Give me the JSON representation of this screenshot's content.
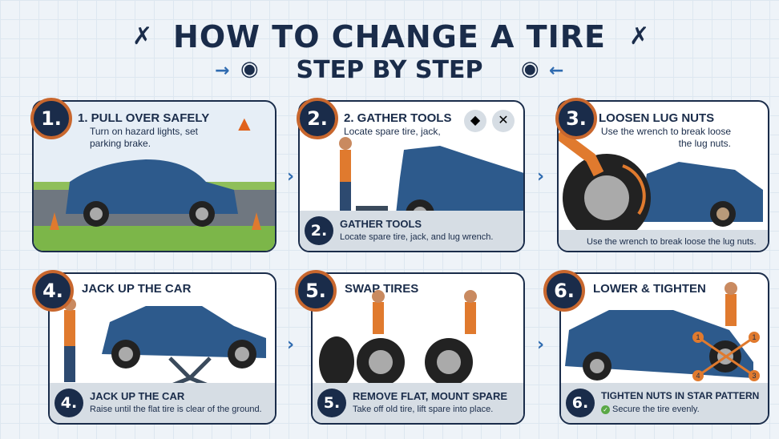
{
  "header": {
    "title": "HOW TO CHANGE A TIRE",
    "subtitle": "STEP BY STEP"
  },
  "steps": [
    {
      "number": "1.",
      "title": "1. PULL OVER SAFELY",
      "description": "Turn on hazard lights, set parking brake."
    },
    {
      "number": "2.",
      "title": "2. GATHER TOOLS",
      "description": "Locate spare tire, jack,",
      "caption_number": "2.",
      "caption_title": "GATHER TOOLS",
      "caption_text": "Locate spare tire, jack, and lug wrench."
    },
    {
      "number": "3.",
      "title": "LOOSEN LUG NUTS",
      "description": "Use the wrench to break loose the lug nuts.",
      "caption_text": "Use the wrench to break loose the lug nuts."
    },
    {
      "number": "4.",
      "title": "JACK UP THE CAR",
      "caption_number": "4.",
      "caption_title": "JACK UP THE CAR",
      "caption_text": "Raise until the flat tire is clear of the ground."
    },
    {
      "number": "5.",
      "title": "SWAP TIRES",
      "caption_number": "5.",
      "caption_title": "REMOVE FLAT, MOUNT SPARE",
      "caption_text": "Take off old tire, lift spare into place."
    },
    {
      "number": "6.",
      "title": "LOWER & TIGHTEN",
      "caption_number": "6.",
      "caption_title": "TIGHTEN NUTS IN STAR PATTERN",
      "caption_text": "Secure the tire evenly.",
      "star_labels": [
        "1",
        "1",
        "4",
        "3"
      ]
    }
  ],
  "colors": {
    "navy": "#1a2c4a",
    "orange": "#c8672e",
    "car": "#2d5a8c",
    "accent": "#2f6bb0"
  }
}
